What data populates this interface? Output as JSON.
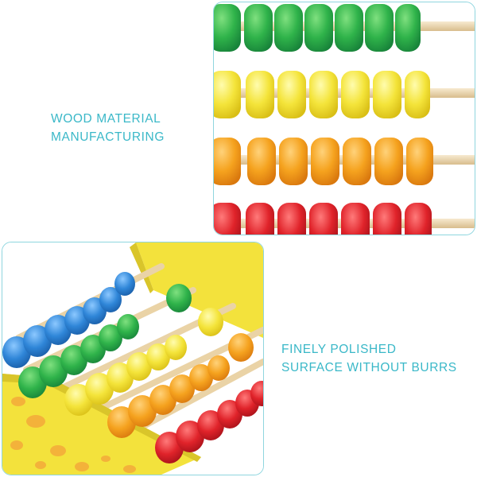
{
  "captions": {
    "top": [
      "WOOD MATERIAL",
      "MANUFACTURING"
    ],
    "bottom": [
      "FINELY POLISHED",
      "SURFACE WITHOUT BURRS"
    ]
  },
  "photos": {
    "top": {
      "subject": "abacus bead rows close-up",
      "bead_rows": [
        "green",
        "yellow",
        "orange",
        "red"
      ],
      "beads_per_row": 7
    },
    "bottom": {
      "subject": "abacus angled view",
      "bead_rows": [
        "blue",
        "green",
        "yellow",
        "orange",
        "red"
      ],
      "frame": "yellow with orange spots"
    }
  },
  "colors": {
    "caption": "#3ab8c8",
    "border": "#8fd6df",
    "green": "#2fb34a",
    "yellow": "#f4e43a",
    "orange": "#f5a21e",
    "red": "#e0232a",
    "blue": "#2f86d8",
    "wood": "#ecd6ad",
    "frame_yellow": "#f3e23c",
    "spot": "#f3b23a"
  }
}
